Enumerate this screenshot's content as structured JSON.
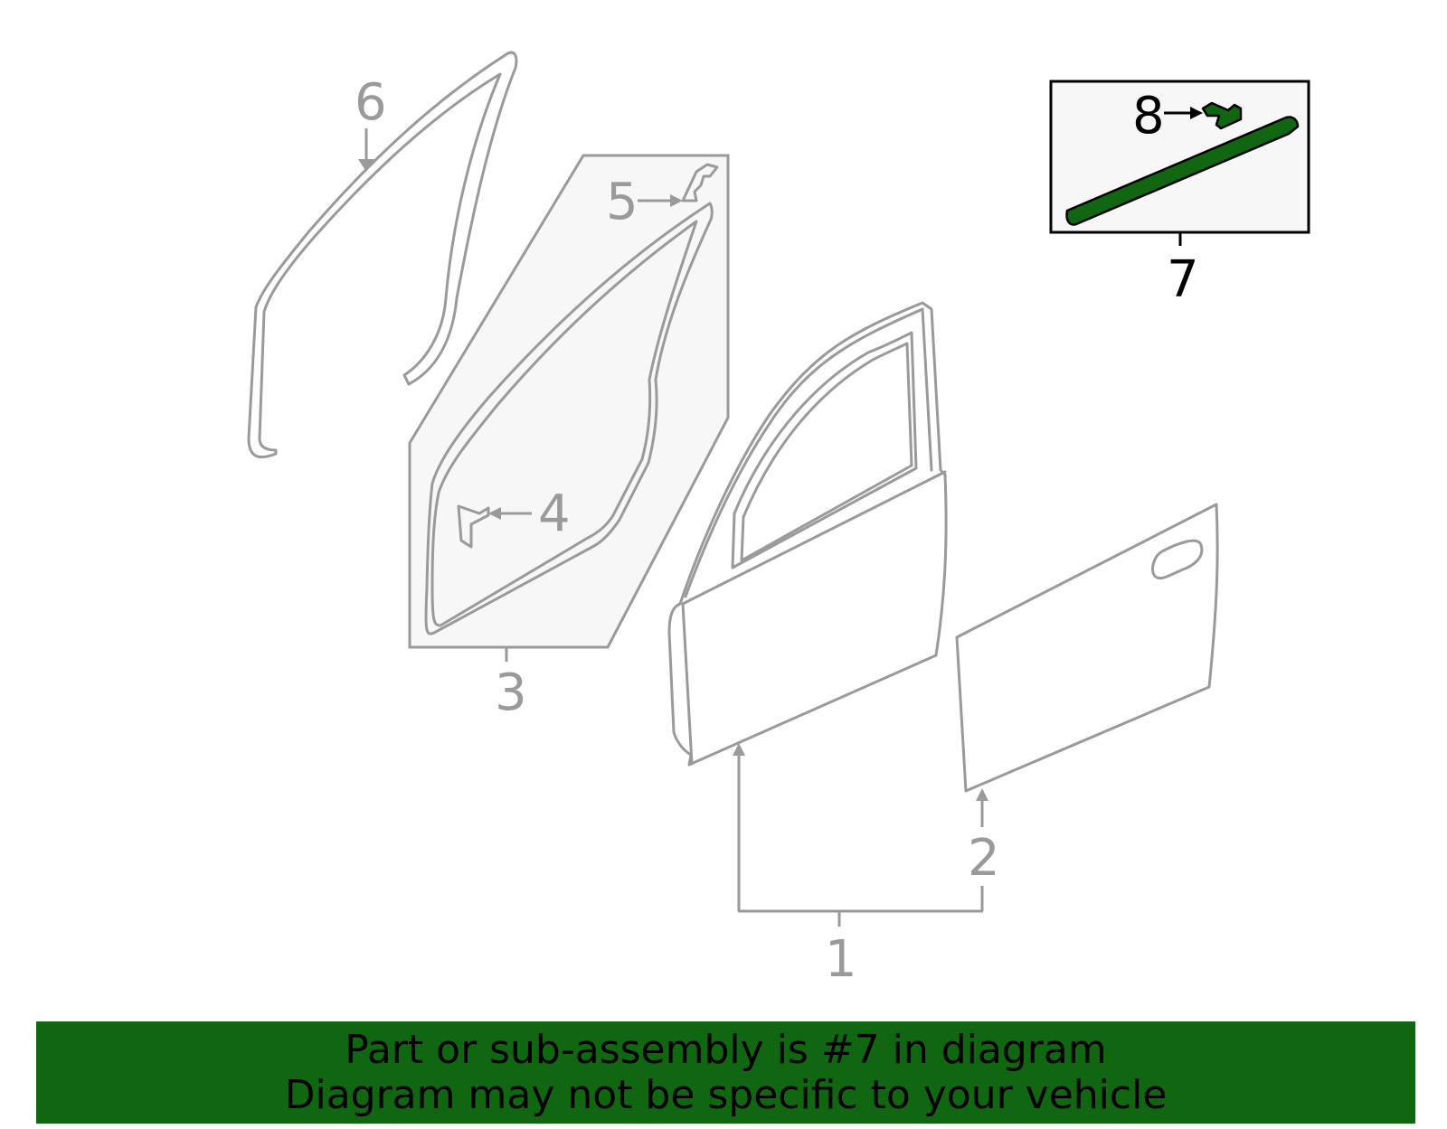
{
  "callouts": {
    "c1": "1",
    "c2": "2",
    "c3": "3",
    "c4": "4",
    "c5": "5",
    "c6": "6",
    "c7": "7",
    "c8": "8"
  },
  "highlighted_part": "7",
  "colors": {
    "line_gray": "#9a9a9a",
    "highlight_green": "#116611",
    "box_fill": "#f7f7f7",
    "banner_bg": "#116611",
    "banner_text": "#000000"
  },
  "banner": {
    "line1": "Part or sub-assembly is #7 in diagram",
    "line2": "Diagram may not be specific to your vehicle"
  }
}
